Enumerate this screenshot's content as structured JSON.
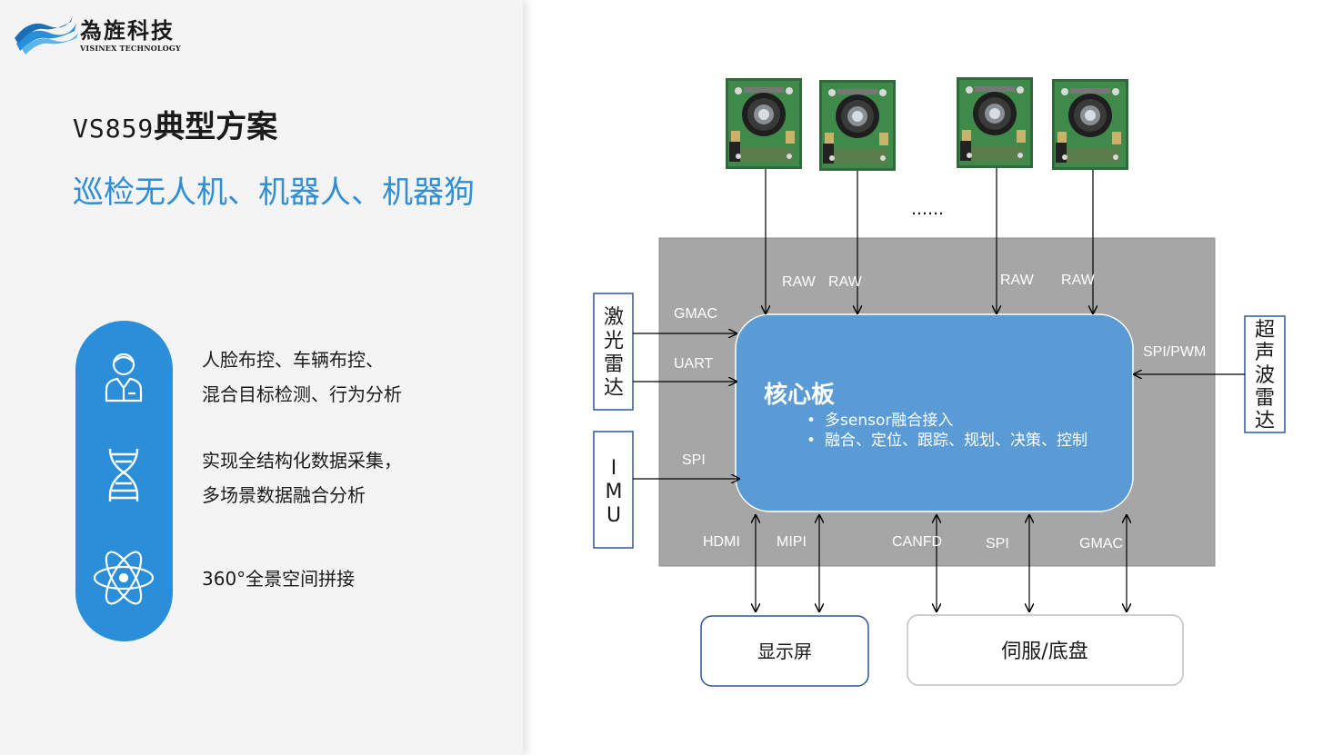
{
  "logo": {
    "name": "為旌科技",
    "sub": "VISINEX TECHNOLOGY"
  },
  "title": {
    "model": "VS859",
    "suffix": "典型方案",
    "subtitle": "巡检无人机、机器人、机器狗"
  },
  "features": [
    {
      "icon": "person-icon",
      "lines": [
        "人脸布控、车辆布控、",
        "混合目标检测、行为分析"
      ]
    },
    {
      "icon": "dna-icon",
      "lines": [
        "实现全结构化数据采集，",
        "多场景数据融合分析"
      ]
    },
    {
      "icon": "atom-icon",
      "lines": [
        "360°全景空间拼接"
      ]
    }
  ],
  "diagram": {
    "ellipsis": "……",
    "core": {
      "title": "核心板",
      "bullets": [
        "多sensor融合接入",
        "融合、定位、跟踪、规划、决策、控制"
      ]
    },
    "camera_labels": [
      "RAW",
      "RAW",
      "RAW",
      "RAW"
    ],
    "left_labels": {
      "gmac": "GMAC",
      "uart": "UART",
      "spi": "SPI"
    },
    "right_label": "SPI/PWM",
    "bottom_labels": [
      "HDMI",
      "MIPI",
      "CANFD",
      "SPI",
      "GMAC"
    ],
    "lidar": [
      "激",
      "光",
      "雷",
      "达"
    ],
    "imu": [
      "I",
      "M",
      "U"
    ],
    "ultrasonic": [
      "超",
      "声",
      "波",
      "雷",
      "达"
    ],
    "display": "显示屏",
    "servo": "伺服/底盘"
  },
  "colors": {
    "accent": "#2a8fd8",
    "core": "#5b9bd5",
    "panel": "#a6a6a6",
    "box_border": "#2f5597"
  }
}
